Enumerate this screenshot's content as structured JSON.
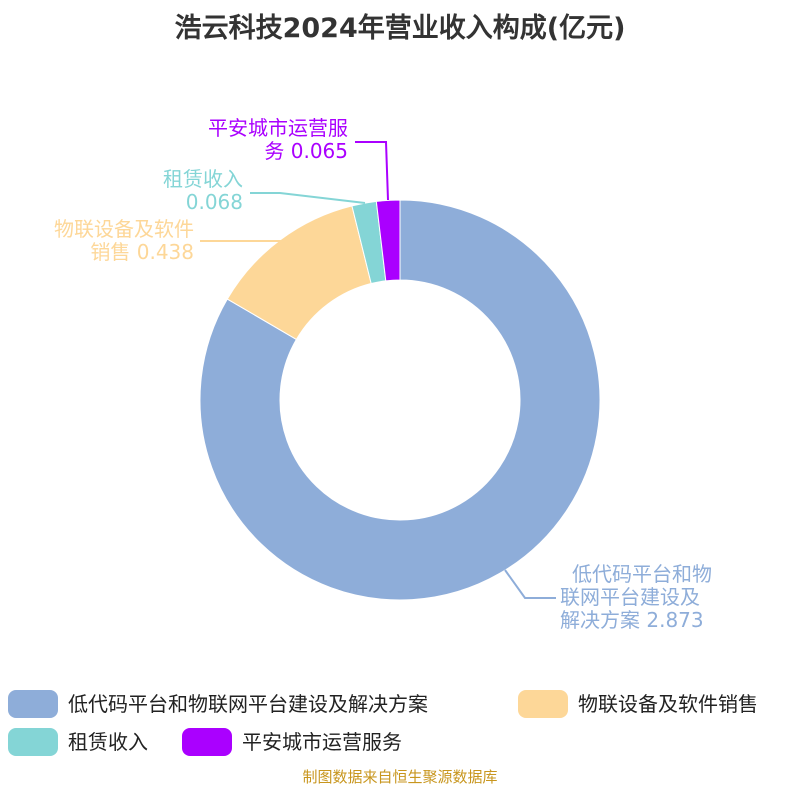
{
  "chart_data": {
    "type": "pie",
    "donut": true,
    "title": "浩云科技2024年营业收入构成(亿元)",
    "categories": [
      "低代码平台和物联网平台建设及解决方案",
      "物联设备及软件销售",
      "租赁收入",
      "平安城市运营服务"
    ],
    "values": [
      2.873,
      0.438,
      0.068,
      0.065
    ],
    "colors": [
      "#8eadd9",
      "#fdd798",
      "#84d5d6",
      "#aa00ff"
    ],
    "data_labels": [
      [
        "低代码平台和物",
        "联网平台建设及",
        "解决方案 2.873"
      ],
      [
        "物联设备及软件",
        "销售 0.438"
      ],
      [
        "租赁收入",
        "0.068"
      ],
      [
        "平安城市运营服",
        "务 0.065"
      ]
    ],
    "legend_position": "bottom"
  },
  "footer": "制图数据来自恒生聚源数据库"
}
